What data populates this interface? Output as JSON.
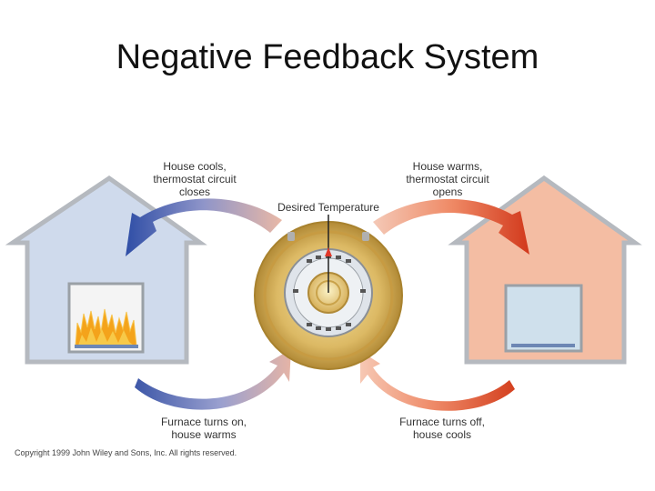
{
  "title": "Negative Feedback System",
  "labels": {
    "house_cools": [
      "House cools,",
      "thermostat circuit",
      "closes"
    ],
    "house_warms": [
      "House warms,",
      "thermostat circuit",
      "opens"
    ],
    "desired_temperature": "Desired Temperature",
    "furnace_on": [
      "Furnace turns on,",
      "house warms"
    ],
    "furnace_off": [
      "Furnace turns off,",
      "house cools"
    ]
  },
  "copyright": "Copyright 1999 John Wiley and Sons, Inc. All rights reserved.",
  "icons": {
    "cool_arrow": "arrow-icon",
    "warm_arrow": "arrow-icon",
    "thermostat": "thermostat-icon",
    "flames": "flame-icon"
  },
  "colors": {
    "cool_house_fill": "#cfdaec",
    "warm_house_fill": "#f4bda3",
    "cool_arrow": "#4a66b0",
    "warm_arrow": "#d9482a",
    "thermostat_gold": "#d8b45a",
    "flame": "#f4a31b"
  }
}
